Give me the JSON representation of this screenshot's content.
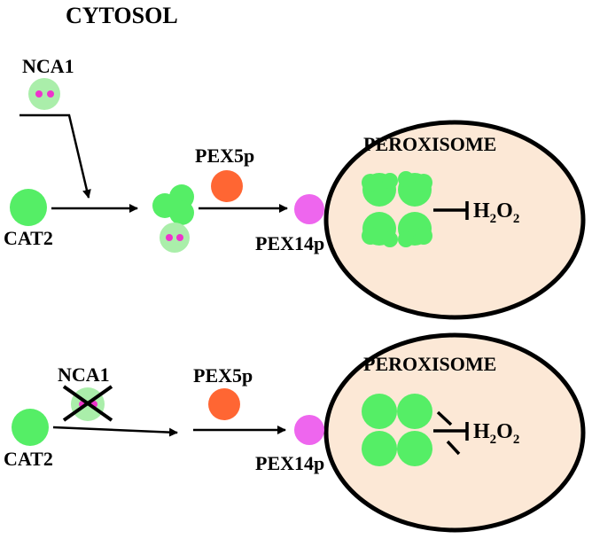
{
  "title": "CYTOSOL",
  "colors": {
    "catalase": "#55ee66",
    "nca1_fill": "#aaeeaa",
    "nca1_dot": "#ee33cc",
    "pex5p": "#ff6633",
    "pex14p": "#ee66ee",
    "peroxisome_fill": "#fce8d6",
    "outline": "#000000"
  },
  "top_panel": {
    "nca1_label": "NCA1",
    "cat2_label": "CAT2",
    "pex5p_label": "PEX5p",
    "pex14p_label": "PEX14p",
    "peroxisome_label": "PEROXISOME",
    "h2o2": {
      "h": "H",
      "sub": "2",
      "o": "O",
      "sub2": "2"
    }
  },
  "bottom_panel": {
    "nca1_label": "NCA1",
    "cat2_label": "CAT2",
    "pex5p_label": "PEX5p",
    "pex14p_label": "PEX14p",
    "peroxisome_label": "PEROXISOME",
    "h2o2": {
      "h": "H",
      "sub": "2",
      "o": "O",
      "sub2": "2"
    }
  }
}
